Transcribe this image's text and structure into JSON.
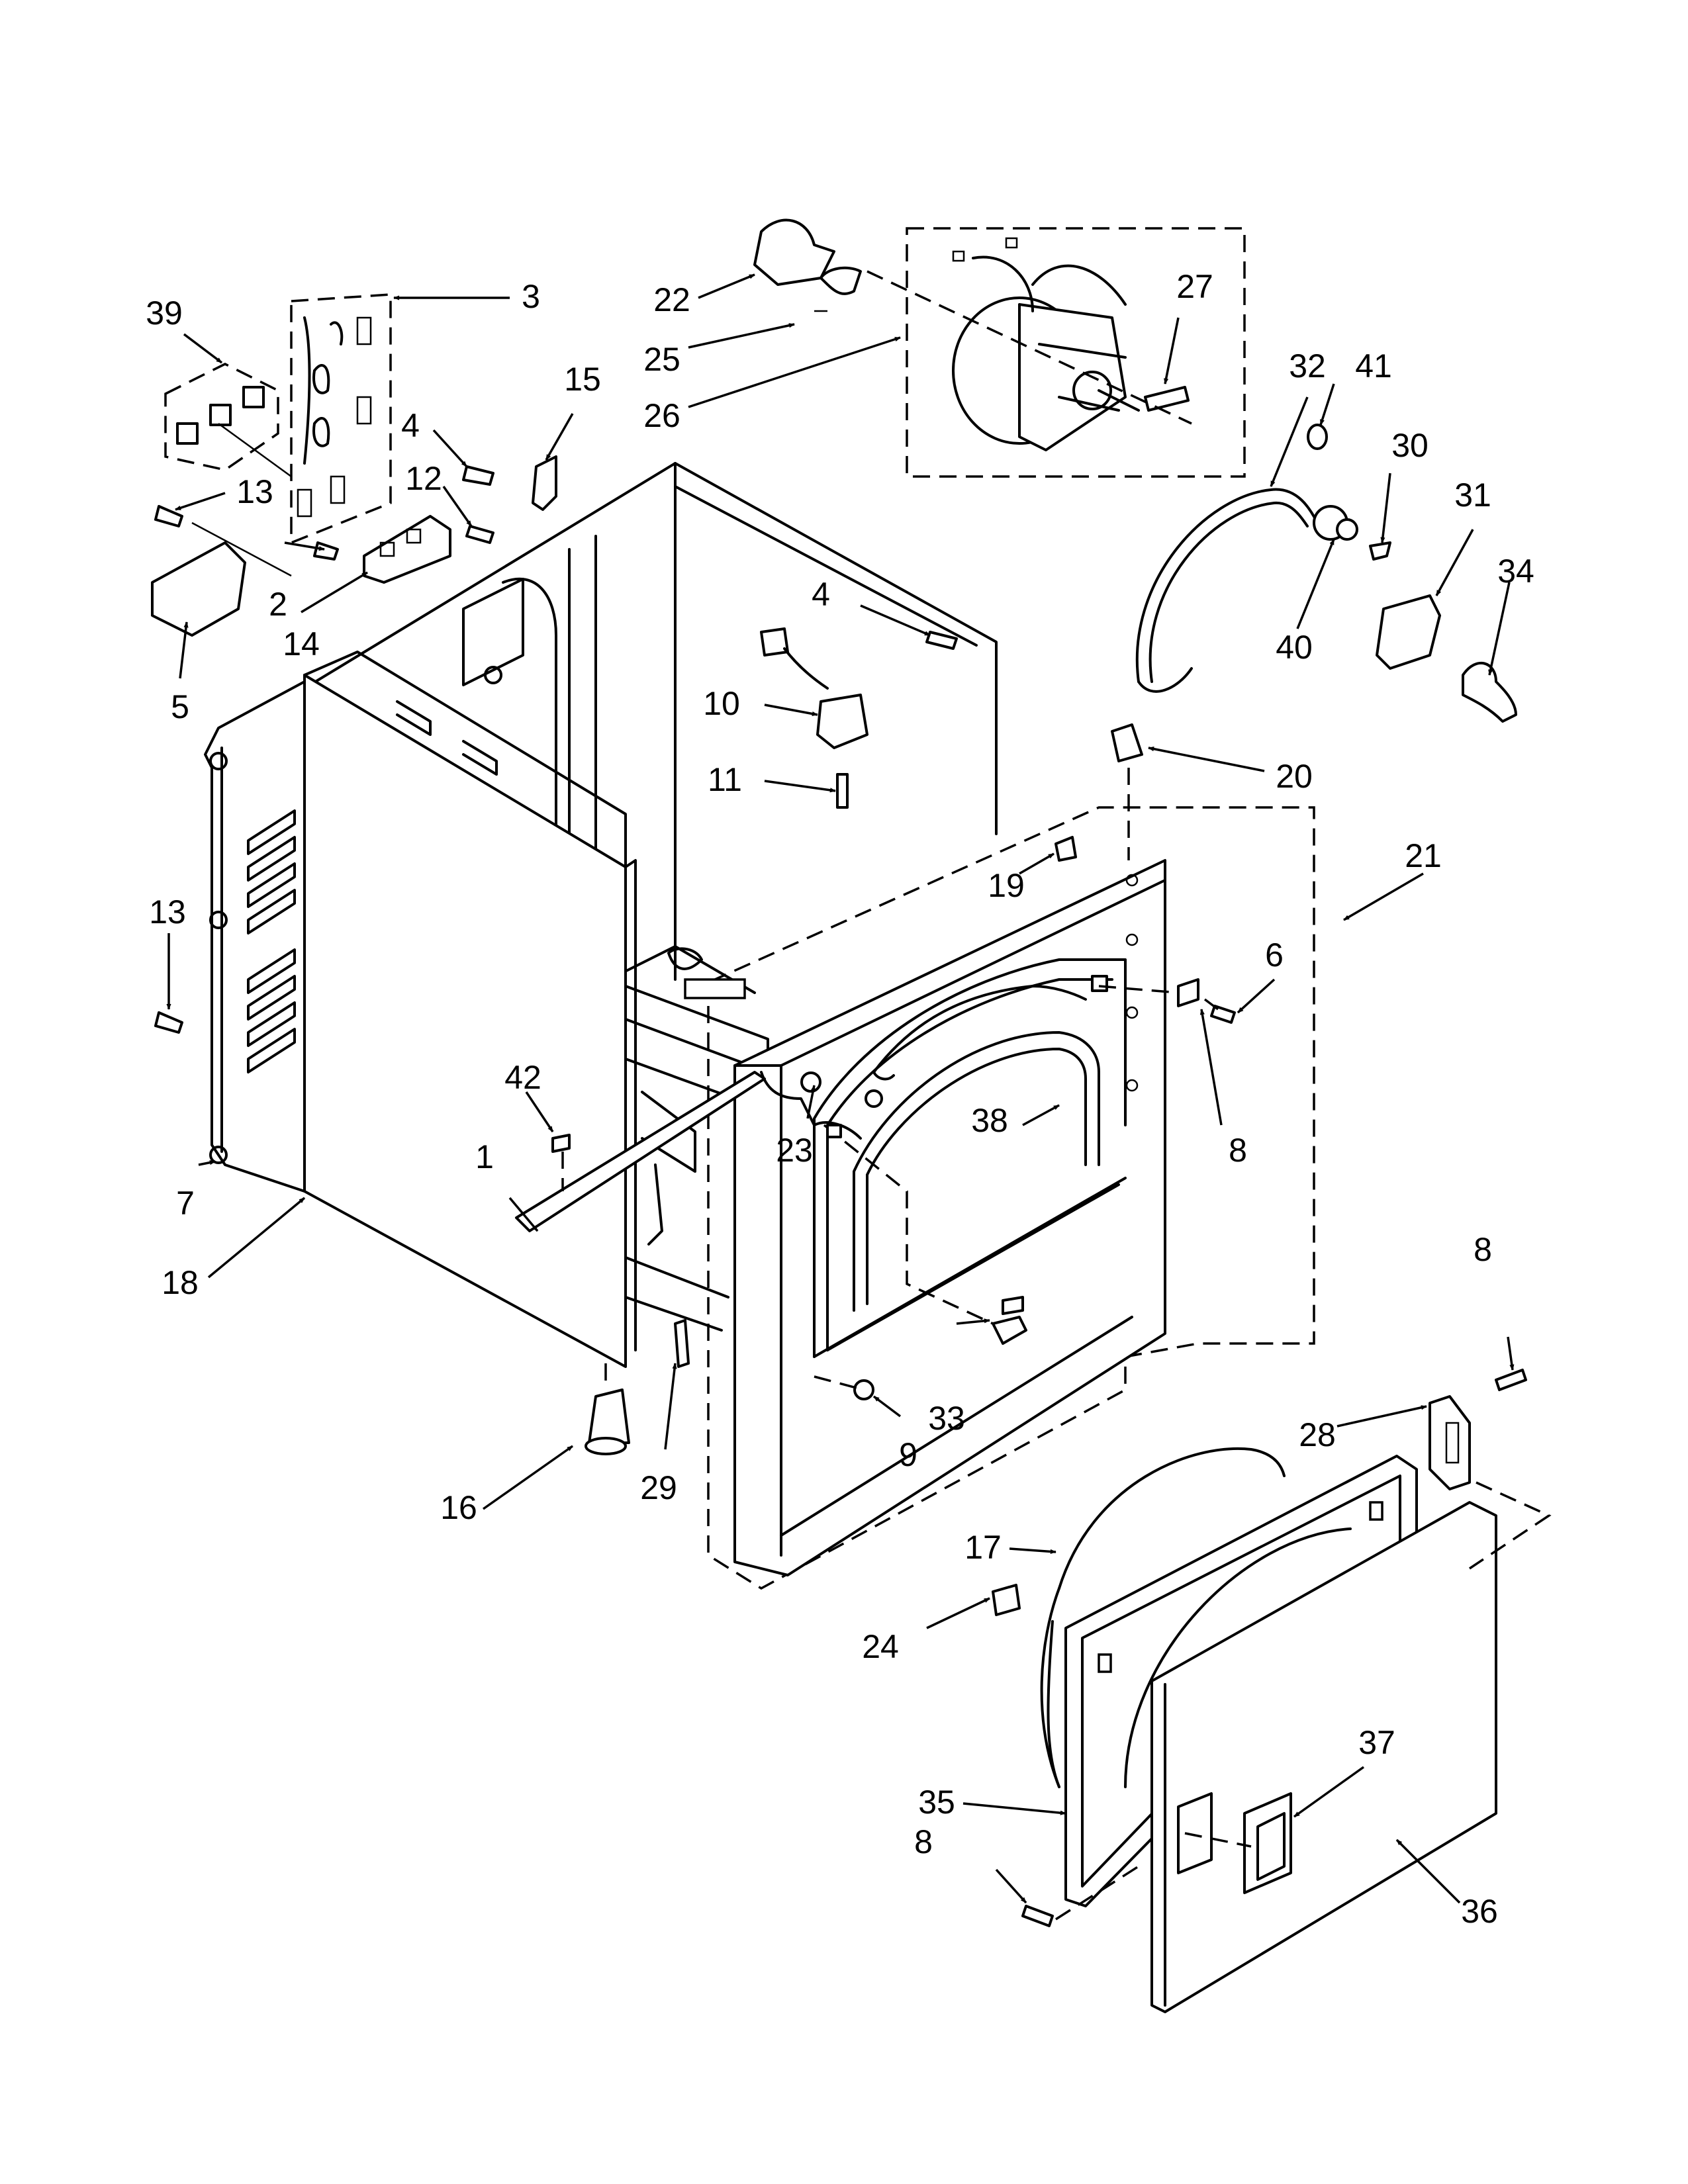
{
  "callouts": [
    {
      "id": "c1",
      "label": "1"
    },
    {
      "id": "c2",
      "label": "2"
    },
    {
      "id": "c3",
      "label": "3"
    },
    {
      "id": "c4a",
      "label": "4"
    },
    {
      "id": "c4b",
      "label": "4"
    },
    {
      "id": "c5",
      "label": "5"
    },
    {
      "id": "c6",
      "label": "6"
    },
    {
      "id": "c7",
      "label": "7"
    },
    {
      "id": "c8a",
      "label": "8"
    },
    {
      "id": "c8b",
      "label": "8"
    },
    {
      "id": "c8c",
      "label": "8"
    },
    {
      "id": "c9",
      "label": "9"
    },
    {
      "id": "c10",
      "label": "10"
    },
    {
      "id": "c11",
      "label": "11"
    },
    {
      "id": "c12",
      "label": "12"
    },
    {
      "id": "c13a",
      "label": "13"
    },
    {
      "id": "c13b",
      "label": "13"
    },
    {
      "id": "c14",
      "label": "14"
    },
    {
      "id": "c15",
      "label": "15"
    },
    {
      "id": "c16",
      "label": "16"
    },
    {
      "id": "c17",
      "label": "17"
    },
    {
      "id": "c18",
      "label": "18"
    },
    {
      "id": "c19",
      "label": "19"
    },
    {
      "id": "c20",
      "label": "20"
    },
    {
      "id": "c21",
      "label": "21"
    },
    {
      "id": "c22",
      "label": "22"
    },
    {
      "id": "c23",
      "label": "23"
    },
    {
      "id": "c24",
      "label": "24"
    },
    {
      "id": "c25",
      "label": "25"
    },
    {
      "id": "c26",
      "label": "26"
    },
    {
      "id": "c27",
      "label": "27"
    },
    {
      "id": "c28",
      "label": "28"
    },
    {
      "id": "c29",
      "label": "29"
    },
    {
      "id": "c30",
      "label": "30"
    },
    {
      "id": "c31",
      "label": "31"
    },
    {
      "id": "c32",
      "label": "32"
    },
    {
      "id": "c33",
      "label": "33"
    },
    {
      "id": "c34",
      "label": "34"
    },
    {
      "id": "c35",
      "label": "35"
    },
    {
      "id": "c36",
      "label": "36"
    },
    {
      "id": "c37",
      "label": "37"
    },
    {
      "id": "c38",
      "label": "38"
    },
    {
      "id": "c39",
      "label": "39"
    },
    {
      "id": "c40",
      "label": "40"
    },
    {
      "id": "c41",
      "label": "41"
    },
    {
      "id": "c42",
      "label": "42"
    }
  ]
}
